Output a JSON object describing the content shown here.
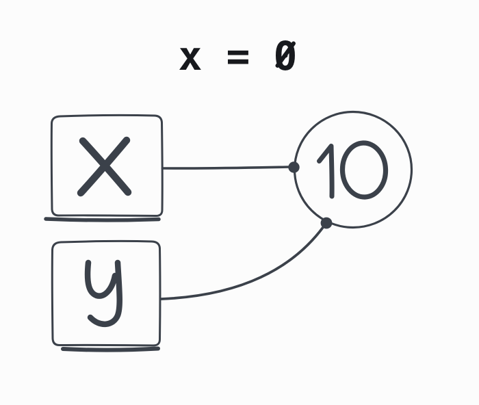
{
  "colors": {
    "background": "#fcfcfc",
    "ink": "#3b414a",
    "equation_text": "#17191d"
  },
  "equation": {
    "variable": "x",
    "operator": "=",
    "value": "0",
    "zero_style": "slashed"
  },
  "diagram": {
    "nodes": [
      {
        "id": "x-box",
        "label": "X",
        "shape": "rounded-square"
      },
      {
        "id": "y-box",
        "label": "y",
        "shape": "rounded-square"
      },
      {
        "id": "value-circle",
        "label": "10",
        "shape": "circle"
      }
    ],
    "edges": [
      {
        "from": "x-box",
        "to": "value-circle",
        "style": "straight",
        "endpoint": "dot"
      },
      {
        "from": "y-box",
        "to": "value-circle",
        "style": "curved",
        "endpoint": "dot"
      }
    ]
  }
}
